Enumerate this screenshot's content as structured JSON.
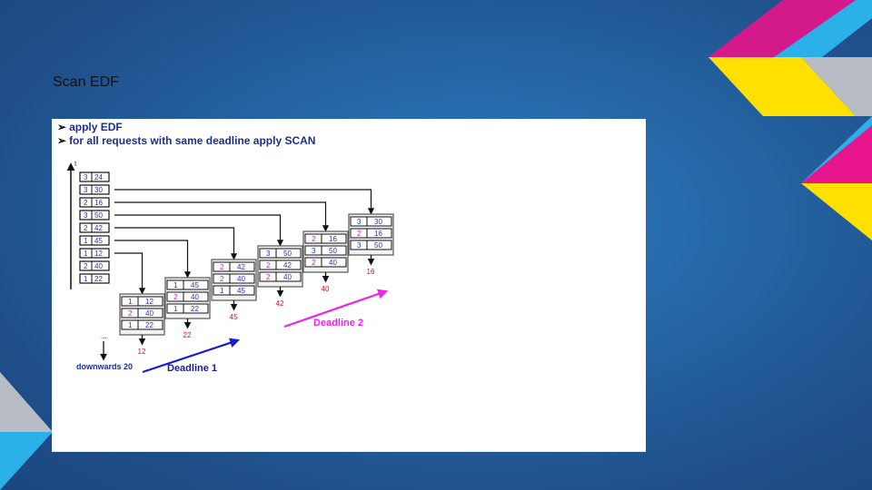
{
  "slide": {
    "title": "Scan EDF"
  },
  "figure": {
    "bullets": [
      "apply EDF",
      "for all requests with same deadline apply SCAN"
    ],
    "axis_label": "t",
    "queue": [
      {
        "priority": "3",
        "track": "24"
      },
      {
        "priority": "3",
        "track": "30"
      },
      {
        "priority": "2",
        "track": "16"
      },
      {
        "priority": "3",
        "track": "50"
      },
      {
        "priority": "2",
        "track": "42"
      },
      {
        "priority": "1",
        "track": "45"
      },
      {
        "priority": "1",
        "track": "12"
      },
      {
        "priority": "2",
        "track": "40"
      },
      {
        "priority": "1",
        "track": "22"
      }
    ],
    "snapshots": [
      {
        "rows": [
          [
            "1",
            "12"
          ],
          [
            "2",
            "40"
          ],
          [
            "1",
            "22"
          ]
        ],
        "served": "12"
      },
      {
        "rows": [
          [
            "1",
            "45"
          ],
          [
            "2",
            "40"
          ],
          [
            "1",
            "22"
          ]
        ],
        "served": "22"
      },
      {
        "rows": [
          [
            "2",
            "42"
          ],
          [
            "2",
            "40"
          ],
          [
            "1",
            "45"
          ]
        ],
        "served": "45"
      },
      {
        "rows": [
          [
            "3",
            "50"
          ],
          [
            "2",
            "42"
          ],
          [
            "2",
            "40"
          ]
        ],
        "served": "42"
      },
      {
        "rows": [
          [
            "2",
            "16"
          ],
          [
            "3",
            "50"
          ],
          [
            "2",
            "40"
          ]
        ],
        "served": "40"
      },
      {
        "rows": [
          [
            "3",
            "30"
          ],
          [
            "2",
            "16"
          ],
          [
            "3",
            "50"
          ]
        ],
        "served": "16"
      }
    ],
    "ellipsis": "...",
    "downwards_label": "downwards 20",
    "deadline1_label": "Deadline 1",
    "deadline2_label": "Deadline 2",
    "colors": {
      "priority1": "#2a2ad6",
      "priority2": "#d61ad6",
      "priority3": "#2a2ad6",
      "served": "#e01010",
      "deadline1": "#1a1adc",
      "deadline2": "#ee22ee",
      "bullets": "#1b2f8f"
    }
  }
}
